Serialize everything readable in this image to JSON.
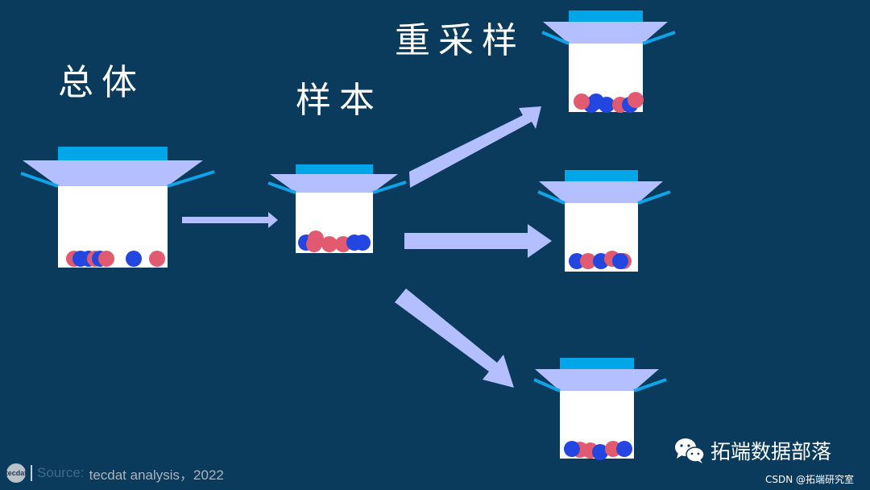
{
  "labels": {
    "population": "总体",
    "sample": "样本",
    "resample": "重采样"
  },
  "colors": {
    "background": "#0a3a5c",
    "lid": "#00a6e8",
    "funnel": "#b3bfff",
    "funnel_edge": "#0fa3e8",
    "arrow": "#b3bfff",
    "container": "#ffffff",
    "ball_red": "#e25a70",
    "ball_blue": "#2345e0"
  },
  "footer": {
    "logo_text": "tecdat",
    "source_prefix": "Source:",
    "source_text": "tecdat analysis，2022",
    "wechat_name": "拓端数据部落",
    "csdn_text": "CSDN @拓端研究室"
  },
  "icons": {
    "wechat": "wechat-icon"
  }
}
